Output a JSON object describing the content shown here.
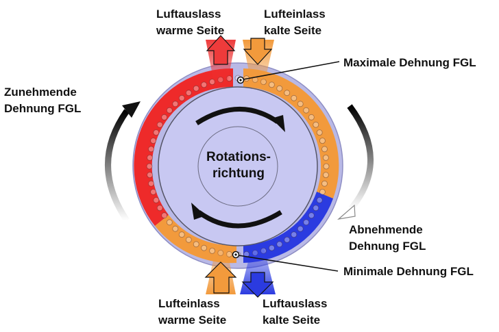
{
  "labels": {
    "luftauslass_warm": [
      "Luftauslass",
      "warme Seite"
    ],
    "lufteinlass_kalt": [
      "Lufteinlass",
      "kalte Seite"
    ],
    "maximale_dehnung": "Maximale Dehnung FGL",
    "zunehmende_dehnung": [
      "Zunehmende",
      "Dehnung FGL"
    ],
    "rotationsrichtung": [
      "Rotations-",
      "richtung"
    ],
    "abnehmende_dehnung": [
      "Abnehmende",
      "Dehnung FGL"
    ],
    "minimale_dehnung": "Minimale Dehnung FGL",
    "lufteinlass_warm": [
      "Lufteinlass",
      "warme Seite"
    ],
    "luftauslass_kalt": [
      "Luftauslass",
      "kalte Seite"
    ]
  },
  "colors": {
    "warm_red": "#ee2a2a",
    "warm_orange": "#f29a3c",
    "cold_blue": "#2b3be0",
    "disc_fill": "#c8c8f2",
    "ring_fill": "#b9b9e6"
  }
}
